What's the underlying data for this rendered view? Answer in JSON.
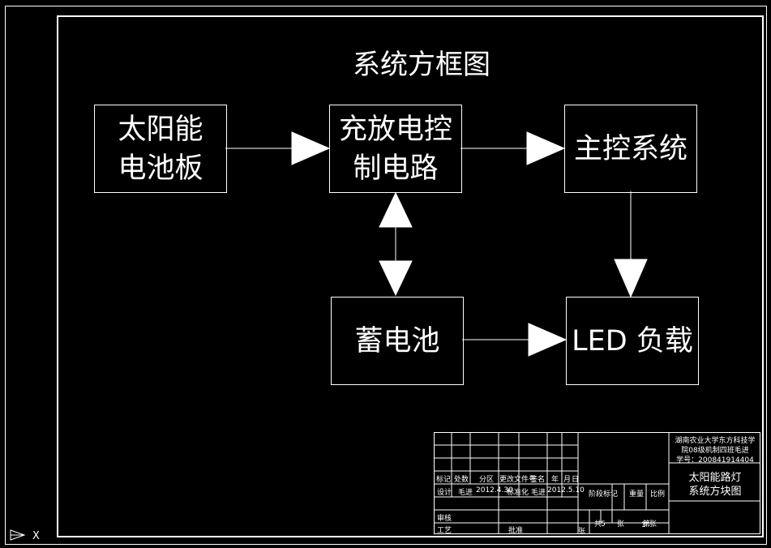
{
  "diagram": {
    "title": "系统方框图",
    "blocks": {
      "solar_panel": "太阳能\n电池板",
      "charge_circuit": "充放电控\n制电路",
      "main_control": "主控系统",
      "battery": "蓄电池",
      "led_load": "LED 负载"
    }
  },
  "title_block": {
    "school_line1": "湖南农业大学东方科技学",
    "school_line2": "院08级机制四班毛进",
    "student_id": "学号：200841914404",
    "drawing_name_line1": "太阳能路灯",
    "drawing_name_line2": "系统方块图",
    "row_headers": [
      "标记",
      "处数",
      "分区",
      "更改文件号",
      "签名",
      "年",
      "月",
      "日"
    ],
    "design_label": "设计",
    "designer_1": "毛进",
    "date_1": "2012.4.30",
    "std_label": "标准化",
    "designer_2": "毛进",
    "date_2": "2012.5.10",
    "stage_mark_label": "阶段标记",
    "weight_label": "重量",
    "scale_label": "比例",
    "review_label": "审核",
    "process_label": "工艺",
    "approve_label": "批准",
    "total_label": "共",
    "total_value": "5",
    "sheet_label": "张",
    "sheet_no_label": "第",
    "sheet_no_value": "1",
    "sheet_label_2": "张",
    "sheet_label_3": "张"
  }
}
